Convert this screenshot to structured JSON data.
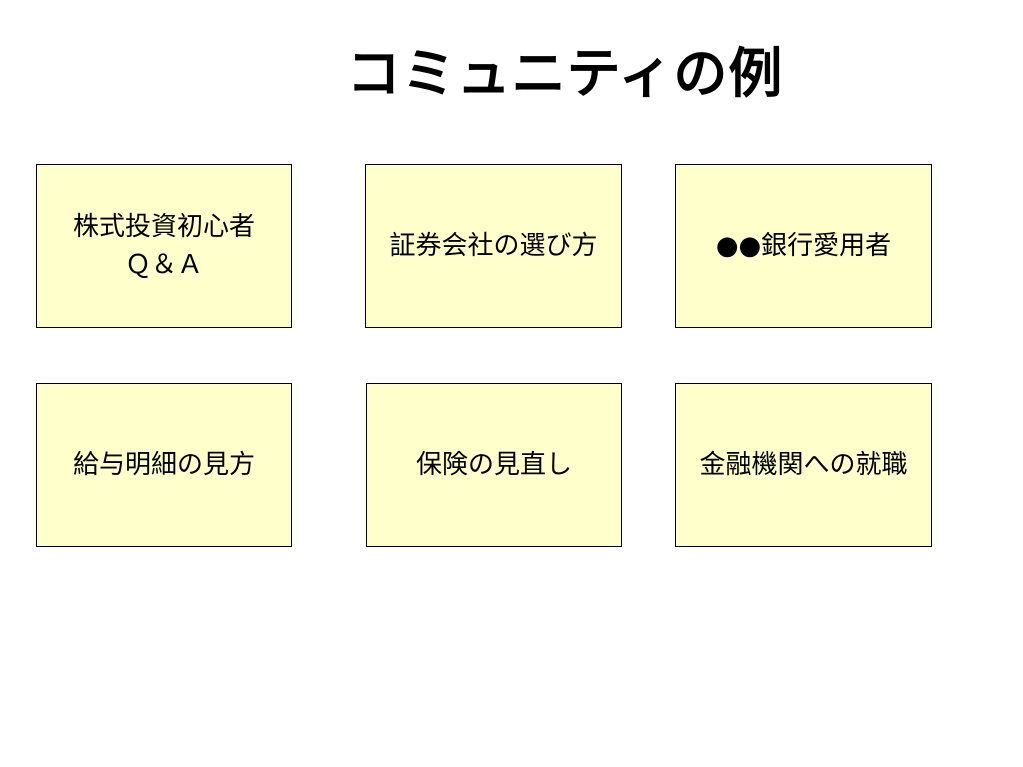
{
  "slide": {
    "title": "コミュニティの例"
  },
  "cards": [
    {
      "label_line1": "株式投資初心者",
      "label_line2": "Ｑ＆Ａ"
    },
    {
      "label": "証券会社の選び方"
    },
    {
      "label": "●●銀行愛用者"
    },
    {
      "label": "給与明細の見方"
    },
    {
      "label": "保険の見直し"
    },
    {
      "label": "金融機関への就職"
    }
  ],
  "colors": {
    "card_background": "#ffffcc",
    "card_border": "#000000",
    "text": "#000000",
    "page_background": "#ffffff"
  }
}
